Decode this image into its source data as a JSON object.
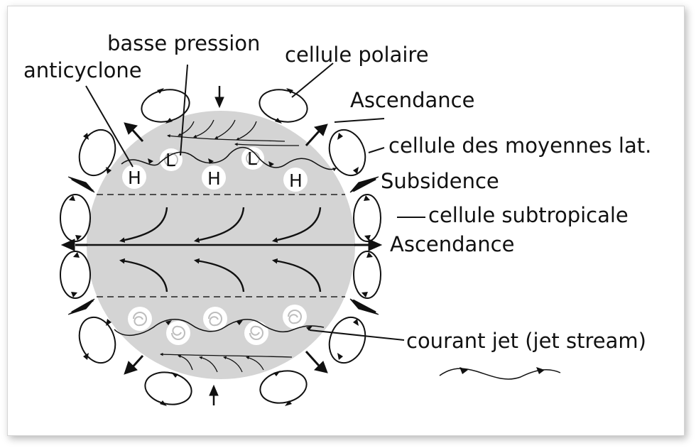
{
  "labels": {
    "basse_pression": "basse pression",
    "anticyclone": "anticyclone",
    "cellule_polaire": "cellule polaire",
    "ascendance_top": "Ascendance",
    "cellule_moyennes": "cellule des moyennes lat.",
    "subsidence": "Subsidence",
    "cellule_subtropicale": "cellule subtropicale",
    "ascendance_eq": "Ascendance",
    "courant_jet": "courant jet (jet stream)"
  },
  "pressure_marks": {
    "high": "H",
    "low": "L"
  },
  "colors": {
    "globe": "#d4d4d4",
    "ink": "#111111",
    "vortex": "#ffffff"
  }
}
